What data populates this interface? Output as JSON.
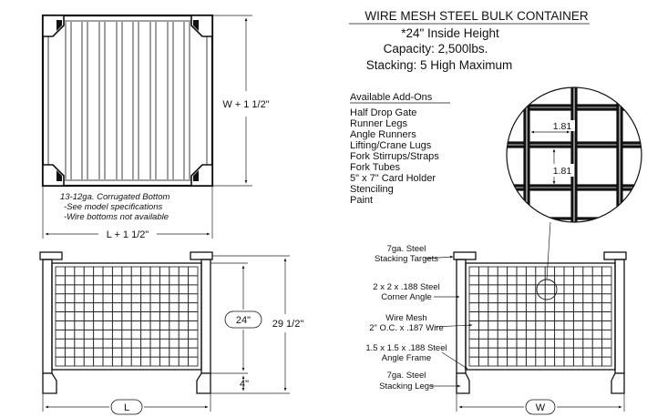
{
  "title": "WIRE MESH STEEL BULK CONTAINER",
  "specs": [
    "*24\" Inside Height",
    "Capacity: 2,500lbs.",
    "Stacking: 5 High Maximum"
  ],
  "addons": {
    "heading": "Available Add-Ons",
    "items": [
      "Half Drop Gate",
      "Runner Legs",
      "Angle Runners",
      "Lifting/Crane Lugs",
      "Fork Stirrups/Straps",
      "Fork Tubes",
      "5\" x 7\" Card Holder",
      "Stenciling",
      "Paint"
    ]
  },
  "top_view": {
    "width_label": "W + 1 1/2\"",
    "length_label": "L + 1 1/2\"",
    "bottom_note": [
      "13-12ga. Corrugated Bottom",
      "-See model specifications",
      "-Wire bottoms not available"
    ]
  },
  "side_view": {
    "inside_height": "24\"",
    "total_height": "29 1/2\"",
    "leg_height": "4\"",
    "length": "L"
  },
  "end_view": {
    "width": "W",
    "callouts": [
      [
        "7ga. Steel",
        "Stacking Targets"
      ],
      [
        "2 x 2 x .188 Steel",
        "Corner Angle"
      ],
      [
        "Wire Mesh",
        "2\" O.C. x .187 Wire"
      ],
      [
        "1.5 x 1.5 x .188 Steel",
        "Angle Frame"
      ],
      [
        "7ga. Steel",
        "Stacking Legs"
      ]
    ]
  },
  "mesh_detail": {
    "horizontal_spacing": "1.81",
    "vertical_spacing": "1.81"
  }
}
